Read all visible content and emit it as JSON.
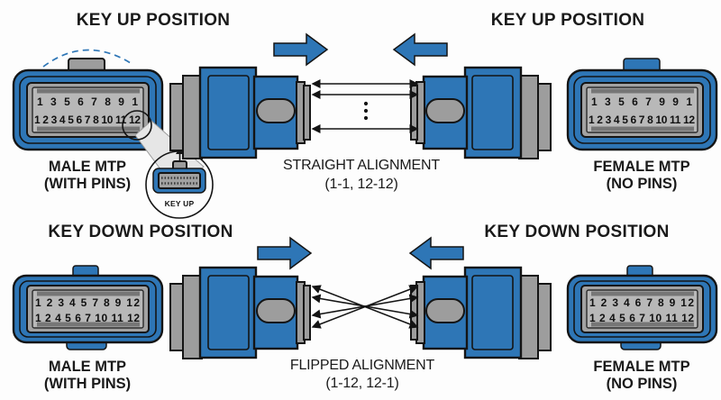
{
  "colors": {
    "blue": "#2e76b6",
    "gray": "#9d9d9d",
    "gray_dark": "#a2a2a2",
    "gray_light": "#b8b8b8",
    "outline": "#141414",
    "text": "#1a1a1a",
    "background": "#fdfdfd"
  },
  "sections": {
    "key_up": {
      "title_left": "KEY UP POSITION",
      "title_right": "KEY UP POSITION",
      "alignment_line1": "STRAIGHT ALIGNMENT",
      "alignment_line2": "(1-1, 12-12)",
      "magnifier_label": "KEY UP",
      "male": {
        "label_line1": "MALE MTP",
        "label_line2": "(WITH PINS)",
        "pins_row1": "1 3 5 6 7 8 9 1",
        "pins_row2": "1 2 3 4 5 6 7 8 10 11 12"
      },
      "female": {
        "label_line1": "FEMALE MTP",
        "label_line2": "(NO PINS)",
        "pins_row1": "1 3 5 6 7 9 9 1",
        "pins_row2": "1 2 3 4 5 6 7 8 10 11 12"
      }
    },
    "key_down": {
      "title_left": "KEY DOWN POSITION",
      "title_right": "KEY DOWN POSITION",
      "alignment_line1": "FLIPPED ALIGNMENT",
      "alignment_line2": "(1-12, 12-1)",
      "male": {
        "label_line1": "MALE MTP",
        "label_line2": "(WITH PINS)",
        "pins_row1": "1 2 3 4 5 7 8 9 12",
        "pins_row2": "1 2 4 5 6 7 10 11 12"
      },
      "female": {
        "label_line1": "FEMALE MTP",
        "label_line2": "(NO PINS)",
        "pins_row1": "1 2 3 4 6 7 8 9 12",
        "pins_row2": "1 2 4 5 6 7 10 11 12"
      }
    }
  }
}
